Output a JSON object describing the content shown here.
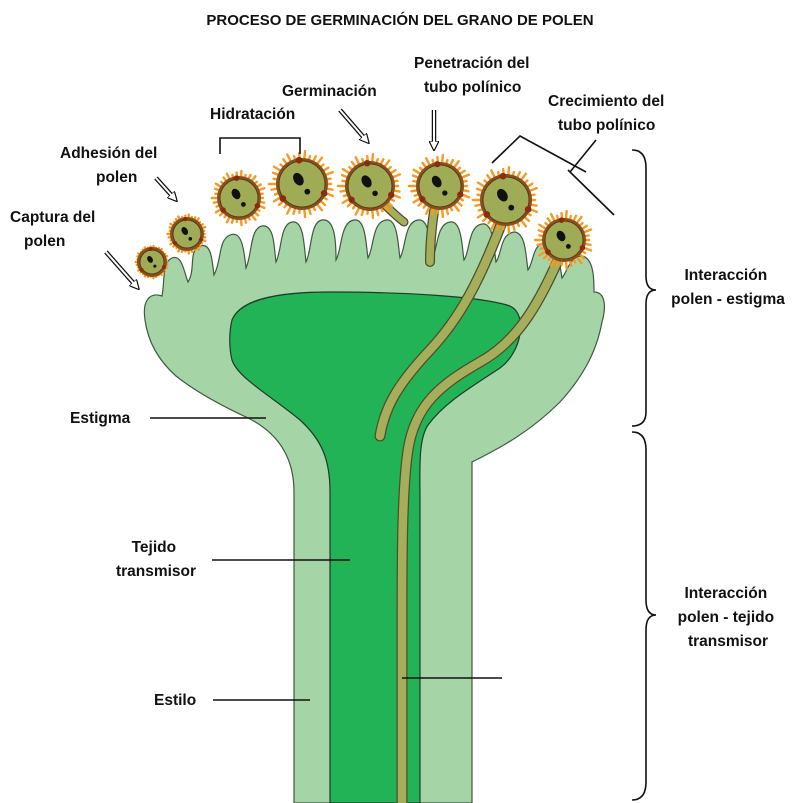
{
  "title": "PROCESO DE GERMINACIÓN DEL GRANO DE POLEN",
  "steps": {
    "captura": [
      "Captura del",
      "polen"
    ],
    "adhesion": [
      "Adhesión del",
      "polen"
    ],
    "hidratacion": [
      "Hidratación"
    ],
    "germinacion": [
      "Germinación"
    ],
    "penetracion": [
      "Penetración del",
      "tubo polínico"
    ],
    "crecimiento": [
      "Crecimiento del",
      "tubo polínico"
    ]
  },
  "parts": {
    "estigma": "Estigma",
    "tejido": [
      "Tejido",
      "transmisor"
    ],
    "estilo": "Estilo"
  },
  "phases": {
    "estigma": [
      "Interacción",
      "polen - estigma"
    ],
    "tejido": [
      "Interacción",
      "polen - tejido",
      "transmisor"
    ]
  },
  "colors": {
    "stigma_light": "#a5d4a7",
    "transmitting_tissue": "#22b356",
    "pollen_fill": "#a0ac55",
    "pollen_border": "#8a4f1e",
    "pollen_fringe": "#f59a22",
    "pollen_tube": "#a6ad5b",
    "outline": "#3f5a3f"
  }
}
